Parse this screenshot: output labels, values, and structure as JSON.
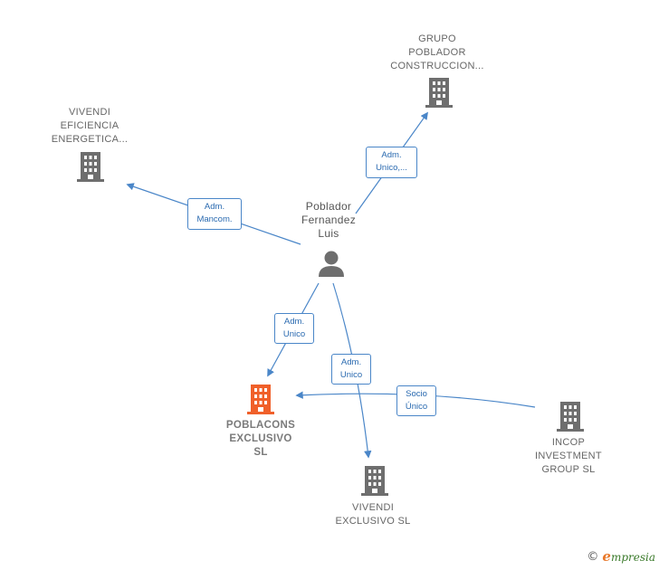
{
  "nodes": {
    "grupo_poblador": {
      "lines": [
        "GRUPO",
        "POBLADOR",
        "CONSTRUCCION..."
      ]
    },
    "vivendi_eficiencia": {
      "lines": [
        "VIVENDI",
        "EFICIENCIA",
        "ENERGETICA..."
      ]
    },
    "person": {
      "lines": [
        "Poblador",
        "Fernandez",
        "Luis"
      ]
    },
    "poblacons": {
      "lines": [
        "POBLACONS",
        "EXCLUSIVO",
        "SL"
      ]
    },
    "vivendi_exclusivo": {
      "lines": [
        "VIVENDI",
        "EXCLUSIVO  SL"
      ]
    },
    "incop": {
      "lines": [
        "INCOP",
        "INVESTMENT",
        "GROUP  SL"
      ]
    }
  },
  "edges": {
    "to_grupo": {
      "lines": [
        "Adm.",
        "Unico,..."
      ]
    },
    "to_vivendi_eficiencia": {
      "lines": [
        "Adm.",
        "Mancom."
      ]
    },
    "to_poblacons": {
      "lines": [
        "Adm.",
        "Unico"
      ]
    },
    "to_vivendi_exclusivo": {
      "lines": [
        "Adm.",
        "Unico"
      ]
    },
    "incop_to_poblacons": {
      "lines": [
        "Socio",
        "Único"
      ]
    }
  },
  "colors": {
    "edge": "#4a86c8",
    "company_icon": "#6e6e6e",
    "main_company_icon": "#f0602a",
    "person_icon": "#6e6e6e"
  },
  "watermark": {
    "symbol": "©",
    "brand_initial": "e",
    "brand_rest": "mpresia"
  }
}
